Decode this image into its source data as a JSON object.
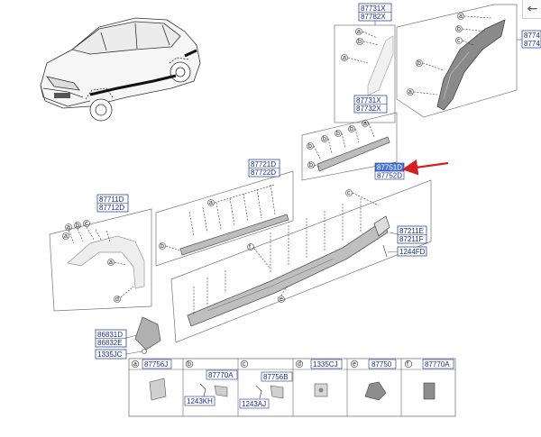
{
  "toolbar": {
    "back_icon_glyph": "←"
  },
  "colors": {
    "label_blue": "#1a2f8f",
    "highlight_fill": "#4a78d8",
    "arrow_red": "#d42020",
    "line_gray": "#555555"
  },
  "callouts": {
    "p87731X": "87731X",
    "p87782X": "87782X",
    "p8774": "8774",
    "p87731X_b": "87731X",
    "p87732X": "87732X",
    "p87751D": "87751D",
    "p87752D": "87752D",
    "p87721D": "87721D",
    "p87722D": "87722D",
    "p87711D": "87711D",
    "p87712D": "87712D",
    "p87211E": "87211E",
    "p87211F": "87211F",
    "p1244FD": "1244FD",
    "p86831D": "86831D",
    "p86832E": "86832E",
    "p1335JC": "1335JC"
  },
  "letters": {
    "a": "a",
    "b": "b",
    "c": "c",
    "d": "d",
    "e": "e",
    "f": "f"
  },
  "legend": [
    {
      "letter": "a",
      "codes": [
        "87756J"
      ]
    },
    {
      "letter": "b",
      "codes": [
        "87770A",
        "1243KH"
      ]
    },
    {
      "letter": "c",
      "codes": [
        "87756B",
        "1243AJ"
      ]
    },
    {
      "letter": "d",
      "codes": [
        "1335CJ"
      ]
    },
    {
      "letter": "e",
      "codes": [
        "87750"
      ]
    },
    {
      "letter": "f",
      "codes": [
        "87770A"
      ]
    }
  ]
}
